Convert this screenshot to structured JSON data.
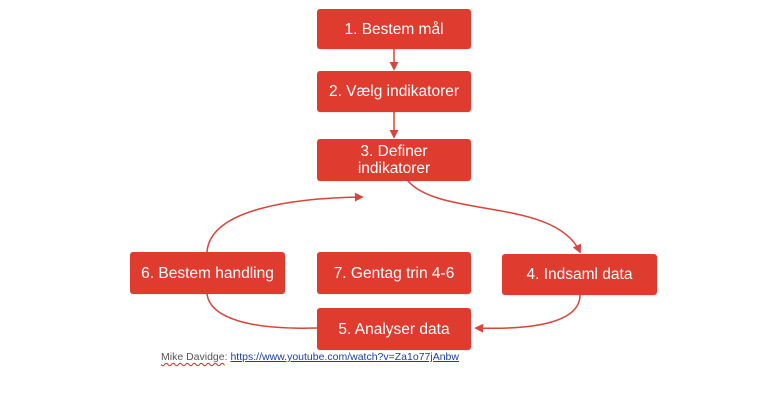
{
  "steps": [
    {
      "label": "1. Bestem mål"
    },
    {
      "label": "2. Vælg indikatorer"
    },
    {
      "label": "3. Definer indikatorer"
    },
    {
      "label": "4. Indsaml data"
    },
    {
      "label": "5. Analyser data"
    },
    {
      "label": "6. Bestem handling"
    },
    {
      "label": "7. Gentag trin 4-6"
    }
  ],
  "credit": {
    "author": "Mike Davidge",
    "separator": ": ",
    "url": "https://www.youtube.com/watch?v=Za1o77jAnbw"
  },
  "colors": {
    "box_fill": "#df3b2f",
    "box_text": "#ffffff",
    "arrow": "#d9453a",
    "link": "#1a3fa8"
  }
}
